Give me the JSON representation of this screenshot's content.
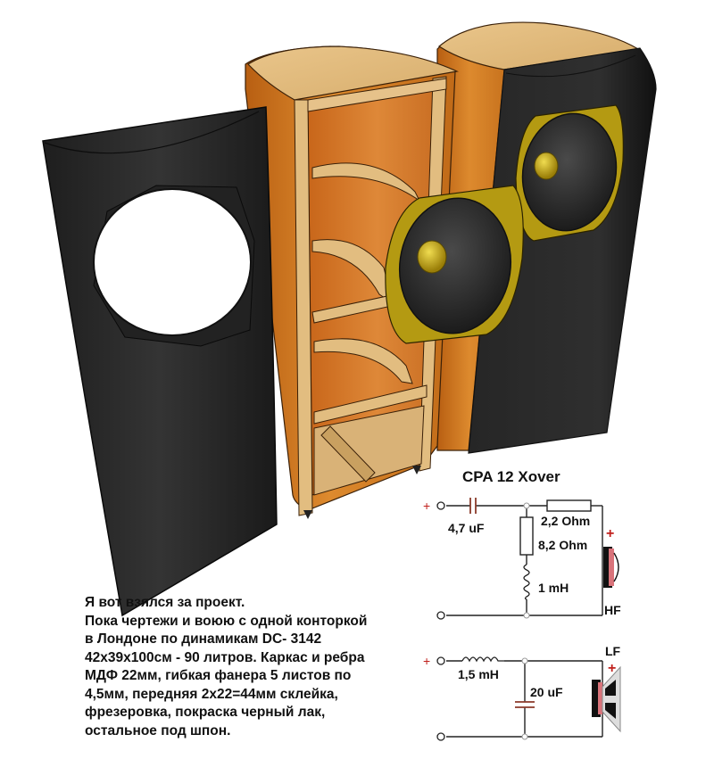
{
  "illustration": {
    "subject": "speaker-cabinet-3d-render",
    "parts": {
      "front_panel": "detached-black-front-baffle-with-round-cutout",
      "cabinet_frame": "wood-veneer-cabinet-with-mdf-ribs",
      "woofer": "12-inch-driver-gold-frame",
      "assembled": "black-front-cabinet-with-driver"
    },
    "colors": {
      "baffle_black": "#2a2a2a",
      "wood_outer": "#d27a22",
      "wood_inner": "#e0b878",
      "driver_frame": "#b59a14",
      "driver_cone": "#2e2e2e",
      "background": "#ffffff"
    }
  },
  "schematic": {
    "title": "CPA  12   Xover",
    "hf": {
      "plus_sign": "+",
      "capacitor": "4,7 uF",
      "series_resistor": "2,2 Ohm",
      "shunt_resistor": "8,2 Ohm",
      "shunt_inductor": "1  mH",
      "driver_label": "HF",
      "driver_plus": "+"
    },
    "lf": {
      "plus_sign": "+",
      "inductor": "1,5  mH",
      "capacitor": "20 uF",
      "driver_label": "LF",
      "driver_plus": "+"
    },
    "colors": {
      "wire": "#222222",
      "polarity": "#c0201c",
      "capacitor_plate": "#8b3a2a"
    }
  },
  "description": {
    "lines": [
      "Я вот взялся за проект.",
      "Пока чертежи и воюю с одной конторкой",
      "в Лондоне по  динамикам  DC- 3142",
      "42х39х100см - 90 литров. Каркас и ребра",
      "МДФ 22мм, гибкая фанера 5 листов по",
      "4,5мм, передняя 2х22=44мм склейка,",
      "фрезеровка, покраска черный лак,",
      "остальное   под шпон."
    ]
  }
}
